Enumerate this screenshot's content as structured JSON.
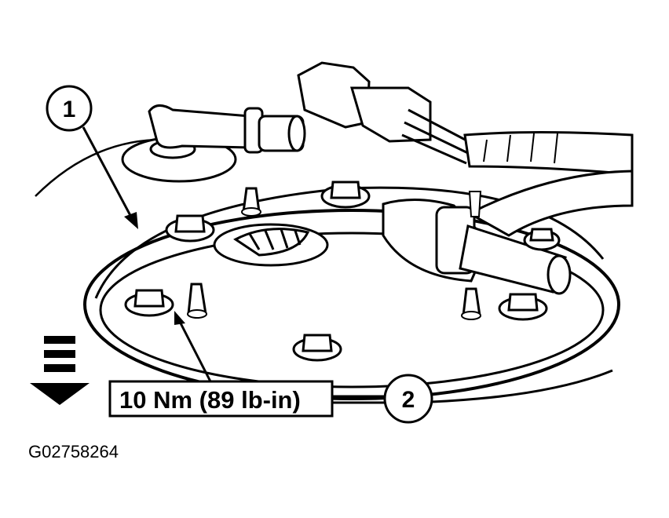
{
  "callouts": [
    {
      "number": "1"
    },
    {
      "number": "2"
    }
  ],
  "torque_label": "10 Nm (89 lb-in)",
  "figure_id": "G02758264",
  "colors": {
    "line": "#000000",
    "background": "#ffffff"
  },
  "icons": [
    "direction-down-arrow-icon"
  ]
}
